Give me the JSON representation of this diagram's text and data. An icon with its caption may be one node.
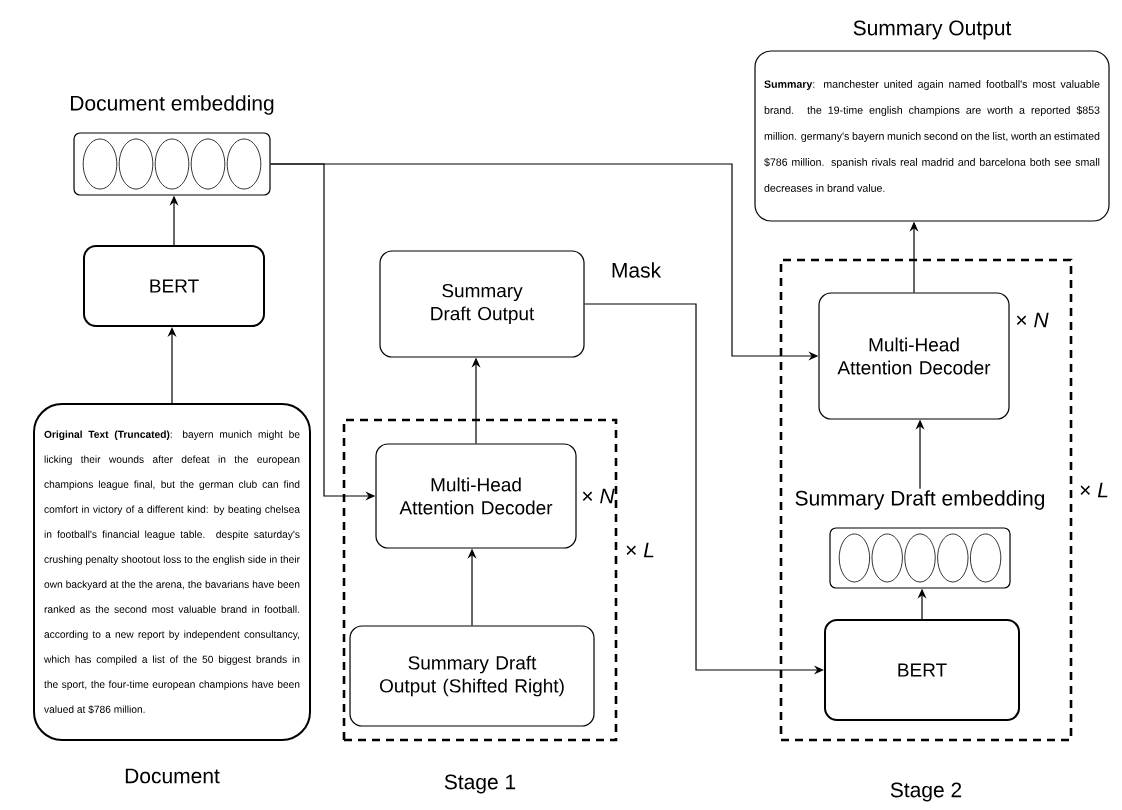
{
  "diagram": {
    "nodes": [
      {
        "text": [
          "Document embedding"
        ]
      },
      {
        "text": [
          "BERT"
        ]
      },
      {
        "text": [
          "**Original Text (Truncated)**: bayern munich might be licking their wounds after defeat in the european champions league final, but the german club can find comfort in victory of a different kind: by beating chelsea in football's financial league table. despite saturday's crushing penalty shootout loss to the english side in their own backyard at the the arena, the bavarians have been ranked as the second most valuable brand in football. according to a new report by independent consultancy, which has compiled a list of the 50 biggest brands in the sport, the four-time european champions have been valued at $786 million."
        ],
        "beside": [
          "Document"
        ]
      },
      {
        "text": [],
        "shape": "box",
        "beside": [
          "Stage 1",
          "× *L*"
        ]
      },
      {
        "text": [
          "Summary Draft Output"
        ]
      },
      {
        "text": [
          "Multi-Head Attention Decoder"
        ],
        "in": 3,
        "beside": [
          "× *N*"
        ]
      },
      {
        "text": [
          "Summary Draft Output (Shifted Right)"
        ],
        "in": 3
      },
      {
        "text": [
          "Summary Output",
          "**Summary**: manchester united again named football's most valuable brand. the 19-time english champions are worth a reported $853 million. germany's bayern munich second on the list, worth an estimated $786 million. spanish rivals real madrid and barcelona both see small decreases in brand value."
        ]
      },
      {
        "text": [],
        "shape": "box",
        "beside": [
          "Stage 2",
          "× *L*"
        ]
      },
      {
        "text": [
          "Multi-Head Attention Decoder"
        ],
        "in": 8,
        "beside": [
          "× *N*"
        ]
      },
      {
        "text": [
          "Summary Draft embedding"
        ],
        "in": 8
      },
      {
        "text": [
          "BERT"
        ],
        "in": 8
      }
    ],
    "edges": [
      {
        "from": 2,
        "to": 1,
        "arrow": "to"
      },
      {
        "from": 1,
        "to": 0,
        "arrow": "to"
      },
      {
        "from": 0,
        "to": 5,
        "arrow": "to"
      },
      {
        "from": 0,
        "to": 9,
        "arrow": "to"
      },
      {
        "from": 6,
        "to": 5,
        "arrow": "to"
      },
      {
        "from": 5,
        "to": 4,
        "arrow": "to"
      },
      {
        "from": 4,
        "to": 11,
        "arrow": "to",
        "label": "Mask"
      },
      {
        "from": 11,
        "to": 10,
        "arrow": "to"
      },
      {
        "from": 10,
        "to": 9,
        "arrow": "to"
      },
      {
        "from": 9,
        "to": 7,
        "arrow": "to"
      }
    ]
  }
}
